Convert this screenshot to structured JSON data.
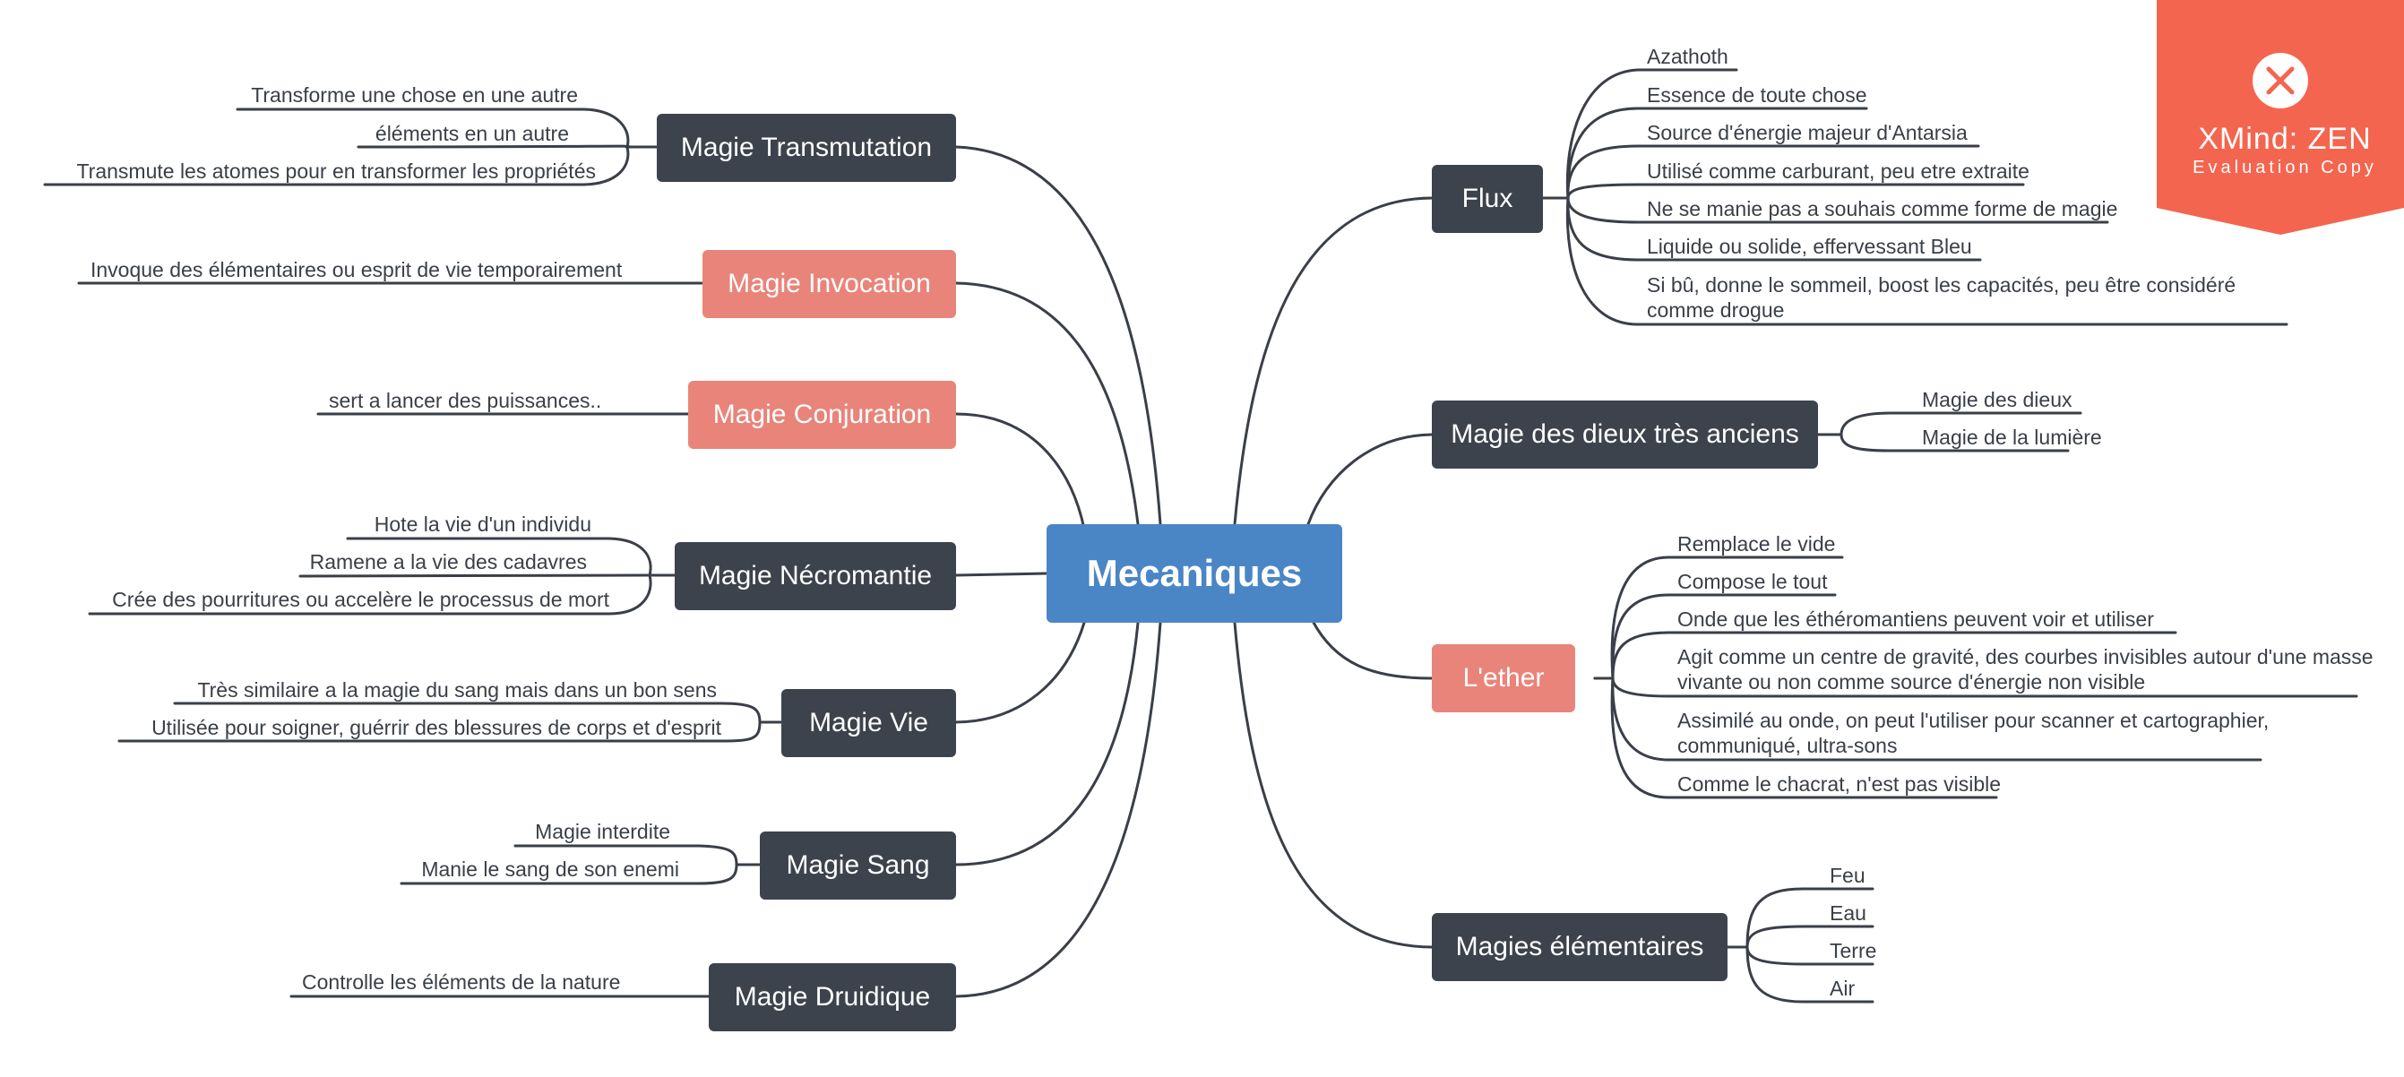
{
  "center": "Mecaniques",
  "left": {
    "transmutation": {
      "title": "Magie Transmutation",
      "items": [
        "Transforme une chose en une autre",
        "éléments en un autre",
        "Transmute les atomes pour en transformer les propriétés"
      ]
    },
    "invocation": {
      "title": "Magie Invocation",
      "items": [
        "Invoque des élémentaires ou esprit de vie temporairement"
      ]
    },
    "conjuration": {
      "title": "Magie Conjuration",
      "items": [
        "sert a lancer des puissances.."
      ]
    },
    "necromantie": {
      "title": "Magie Nécromantie",
      "items": [
        "Hote la vie d'un individu",
        "Ramene a la vie des cadavres",
        "Crée des pourritures ou accelère le processus de mort"
      ]
    },
    "vie": {
      "title": "Magie Vie",
      "items": [
        "Très similaire a la magie du sang mais dans un bon sens",
        "Utilisée pour soigner, guérrir des blessures de corps et d'esprit"
      ]
    },
    "sang": {
      "title": "Magie Sang",
      "items": [
        "Magie interdite",
        "Manie le sang de son enemi"
      ]
    },
    "druidique": {
      "title": "Magie Druidique",
      "items": [
        "Controlle les éléments de la nature"
      ]
    }
  },
  "right": {
    "flux": {
      "title": "Flux",
      "items": [
        "Azathoth",
        "Essence de toute chose",
        "Source d'énergie majeur d'Antarsia",
        "Utilisé comme carburant, peu etre extraite",
        "Ne se manie pas a souhais comme forme de magie",
        "Liquide ou solide, effervessant Bleu",
        "Si bû, donne le sommeil, boost les capacités, peu être considéré comme drogue"
      ]
    },
    "dieux": {
      "title": "Magie des dieux très anciens",
      "items": [
        "Magie des dieux",
        "Magie de la lumière"
      ]
    },
    "ether": {
      "title": "L'ether",
      "items": [
        "Remplace le vide",
        "Compose le tout",
        "Onde que les éthéromantiens peuvent voir et utiliser",
        "Agit comme un centre de gravité, des courbes invisibles autour d'une masse vivante ou non comme source d'énergie non visible",
        "Assimilé au onde, on peut l'utiliser pour scanner et cartographier, communiqué, ultra-sons",
        "Comme le chacrat, n'est pas visible"
      ]
    },
    "elementaires": {
      "title": "Magies élémentaires",
      "items": [
        "Feu",
        "Eau",
        "Terre",
        "Air"
      ]
    }
  },
  "watermark": {
    "title": "XMind: ZEN",
    "subtitle": "Evaluation Copy"
  },
  "colors": {
    "dark_node": "#3c434d",
    "salmon_node": "#e9847a",
    "center_node": "#4a86c5",
    "line": "#3a3f47",
    "watermark": "#f4654f"
  }
}
